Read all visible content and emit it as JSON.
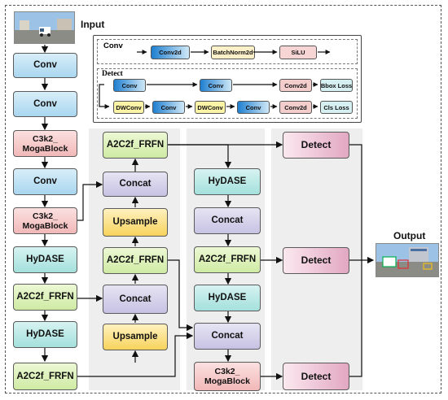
{
  "labels": {
    "input": "Input",
    "output": "Output"
  },
  "legend": {
    "conv_title": "Conv",
    "conv_chain": [
      "Conv2d",
      "BatchNorm2d",
      "SiLU"
    ],
    "detect_title": "Detect",
    "row1": [
      "Conv",
      "Conv",
      "Conv2d",
      "Bbox Loss"
    ],
    "row2": [
      "DWConv",
      "Conv",
      "DWConv",
      "Conv",
      "Conv2d",
      "Cls Loss"
    ]
  },
  "backbone": [
    "Conv",
    "Conv",
    "C3k2_\nMogaBlock",
    "Conv",
    "C3k2_\nMogaBlock",
    "HyDASE",
    "A2C2f_FRFN",
    "HyDASE",
    "A2C2f_FRFN"
  ],
  "neck": [
    "A2C2f_FRFN",
    "Concat",
    "Upsample",
    "A2C2f_FRFN",
    "Concat",
    "Upsample"
  ],
  "pan": [
    "HyDASE",
    "Concat",
    "A2C2f_FRFN",
    "HyDASE",
    "Concat",
    "C3k2_\nMogaBlock"
  ],
  "heads": [
    "Detect",
    "Detect",
    "Detect"
  ],
  "colors": {
    "conv": "#a9d6ef",
    "c3k2": "#f2b8b8",
    "hydase": "#a4e0dc",
    "a2c2f": "#cfeaa4",
    "concat": "#c7c2e3",
    "upsample": "#f7d35c",
    "detect": "#e2a8c2"
  }
}
